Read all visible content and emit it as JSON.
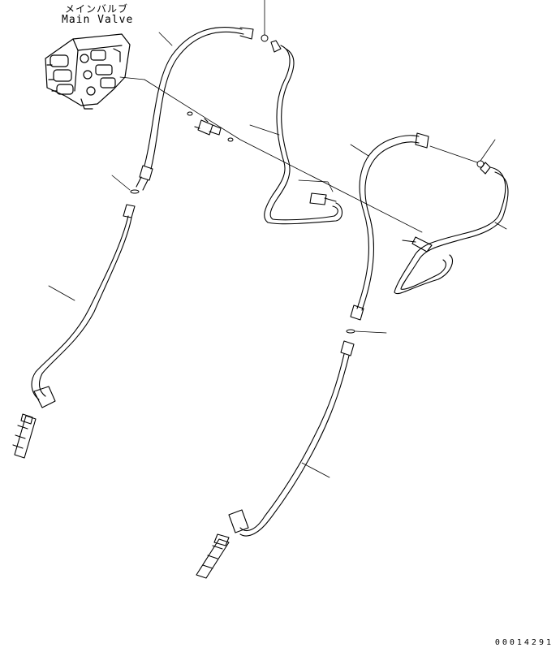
{
  "labels": {
    "component_jp": "メインバルブ",
    "component_en": "Main Valve",
    "drawing_code": "00014291"
  },
  "colors": {
    "line": "#000000",
    "background": "#ffffff"
  }
}
